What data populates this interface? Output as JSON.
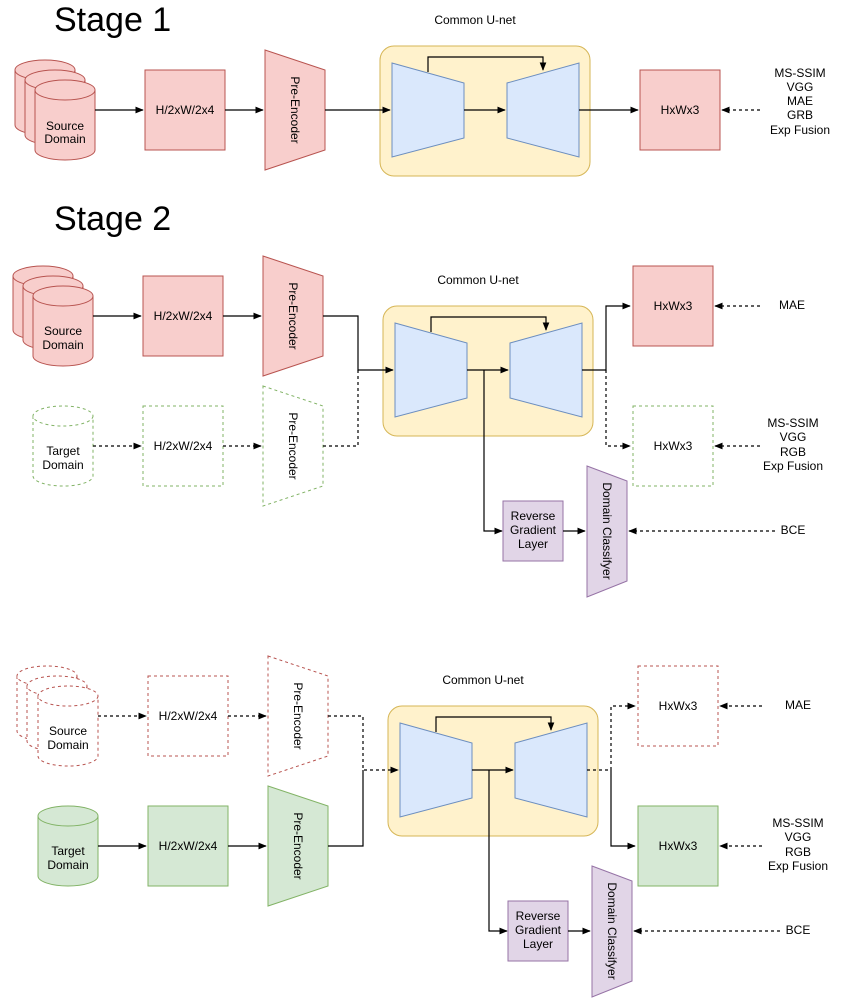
{
  "stage1": {
    "title": "Stage 1",
    "source_label": [
      "Source",
      "Domain"
    ],
    "input_box": "H/2xW/2x4",
    "pre_encoder": "Pre-Encoder",
    "unet_label": "Common U-net",
    "output_box": "HxWx3",
    "losses": [
      "MS-SSIM",
      "VGG",
      "MAE",
      "GRB",
      "Exp Fusion"
    ]
  },
  "stage2a": {
    "title": "Stage 2",
    "source_label": [
      "Source",
      "Domain"
    ],
    "target_label": [
      "Target",
      "Domain"
    ],
    "input_box_source": "H/2xW/2x4",
    "input_box_target": "H/2xW/2x4",
    "pre_encoder_source": "Pre-Encoder",
    "pre_encoder_target": "Pre-Encoder",
    "unet_label": "Common U-net",
    "output_top": "HxWx3",
    "output_bottom": "HxWx3",
    "loss_top": "MAE",
    "losses_bottom": [
      "MS-SSIM",
      "VGG",
      "RGB",
      "Exp Fusion"
    ],
    "reverse_gradient": [
      "Reverse",
      "Gradient",
      "Layer"
    ],
    "domain_classifier": "Domain Classifyer",
    "loss_classifier": "BCE"
  },
  "stage2b": {
    "source_label": [
      "Source",
      "Domain"
    ],
    "target_label": [
      "Target",
      "Domain"
    ],
    "input_box_source": "H/2xW/2x4",
    "input_box_target": "H/2xW/2x4",
    "pre_encoder_source": "Pre-Encoder",
    "pre_encoder_target": "Pre-Encoder",
    "unet_label": "Common U-net",
    "output_top": "HxWx3",
    "output_bottom": "HxWx3",
    "loss_top": "MAE",
    "losses_bottom": [
      "MS-SSIM",
      "VGG",
      "RGB",
      "Exp Fusion"
    ],
    "reverse_gradient": [
      "Reverse",
      "Gradient",
      "Layer"
    ],
    "domain_classifier": "Domain Classifyer",
    "loss_classifier": "BCE"
  },
  "colors": {
    "red_fill": "#f8cecc",
    "red_stroke": "#b85450",
    "green_fill": "#d5e8d4",
    "green_stroke": "#82b366",
    "blue_fill": "#dae8fc",
    "blue_stroke": "#6c8ebf",
    "yellow_fill": "#fff2cc",
    "yellow_stroke": "#d6b656",
    "purple_fill": "#e1d5e7",
    "purple_stroke": "#9673a6"
  }
}
